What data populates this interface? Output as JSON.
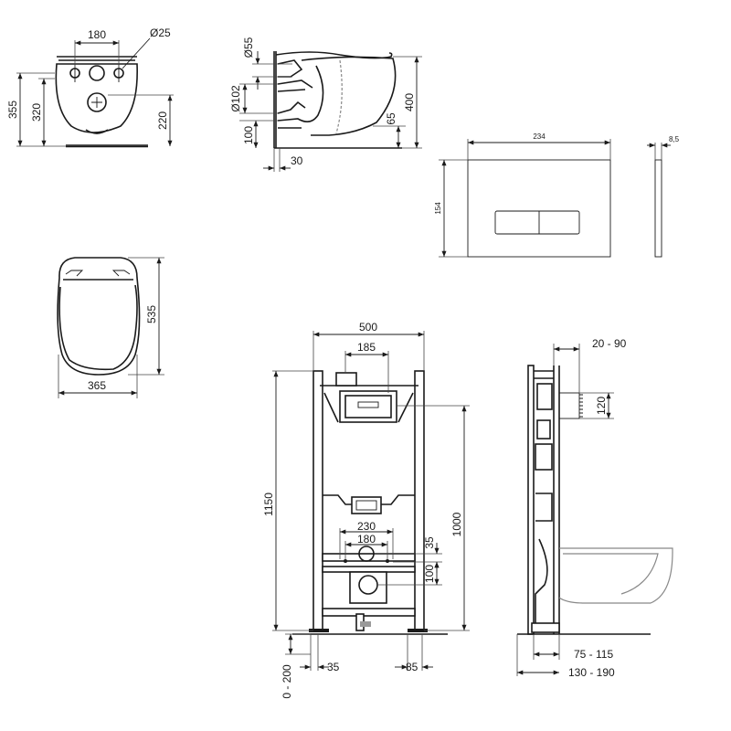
{
  "dimensions": {
    "front_view": {
      "width_180": "180",
      "hole_diameter": "Ø25",
      "height_355": "355",
      "height_320": "320",
      "height_220": "220"
    },
    "side_view": {
      "d55": "Ø55",
      "d102": "Ø102",
      "h100": "100",
      "h65": "65",
      "h400": "400",
      "w30": "30"
    },
    "flush_plate": {
      "width": "234",
      "height": "154",
      "thickness": "8,5"
    },
    "top_view": {
      "length": "535",
      "width": "365"
    },
    "frame_front": {
      "width_500": "500",
      "width_185": "185",
      "height_1150": "1150",
      "height_1000": "1000",
      "width_230": "230",
      "width_180": "180",
      "h35": "35",
      "h100": "100",
      "foot_35": "35",
      "foot_85": "85",
      "foot_range": "0 - 200"
    },
    "frame_side": {
      "range_20_90": "20 - 90",
      "h120": "120",
      "range_75_115": "75 - 115",
      "range_130_190": "130 - 190"
    }
  }
}
